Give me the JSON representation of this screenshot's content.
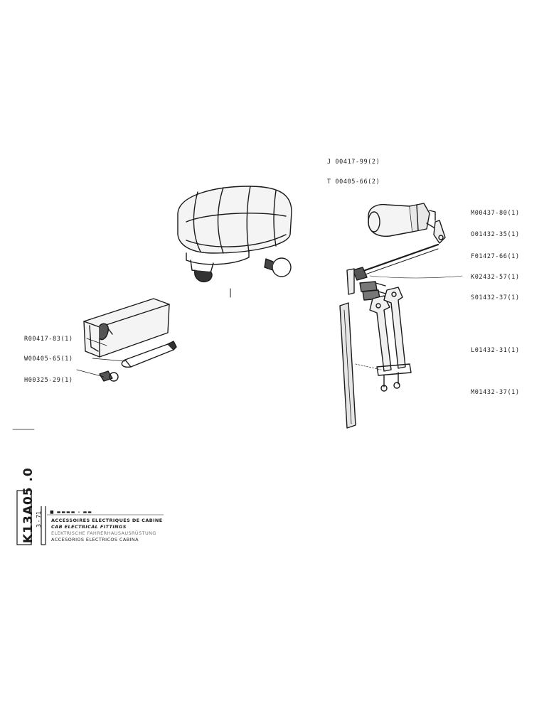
{
  "labels": [
    {
      "id": "j",
      "text": "J 00417-99(2)"
    },
    {
      "id": "t",
      "text": "T 00405-66(2)"
    },
    {
      "id": "m1",
      "text": "M00437-80(1)"
    },
    {
      "id": "o",
      "text": "O01432-35(1)"
    },
    {
      "id": "f",
      "text": "F01427-66(1)"
    },
    {
      "id": "k",
      "text": "K02432-57(1)"
    },
    {
      "id": "s",
      "text": "S01432-37(1)"
    },
    {
      "id": "l",
      "text": "L01432-31(1)"
    },
    {
      "id": "m2",
      "text": "M01432-37(1)"
    },
    {
      "id": "r",
      "text": "R00417-83(1)"
    },
    {
      "id": "w",
      "text": "W00405-65(1)"
    },
    {
      "id": "h",
      "text": "H00325-29(1)"
    }
  ],
  "title_block": {
    "code": "K13A05 .0",
    "date": "3 - 71",
    "brand": "■ ▬▬▬▬ – ▬▬",
    "lines": [
      "ACCESSOIRES ELECTRIQUES DE CABINE",
      "CAB ELECTRICAL FITTINGS",
      "ELEKTRISCHE FAHRERHAUSAUSRÜSTUNG",
      "ACCESORIOS ELECTRICOS CABINA"
    ]
  },
  "colors": {
    "ink": "#1a1a1a",
    "paper": "#ffffff"
  }
}
